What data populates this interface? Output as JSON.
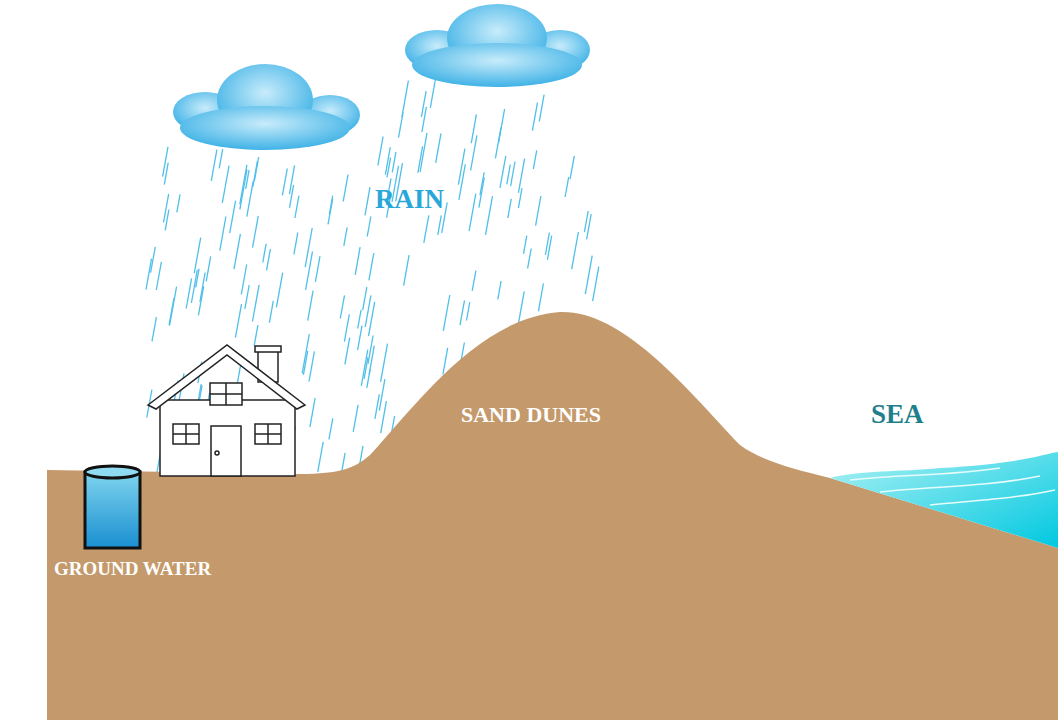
{
  "diagram": {
    "labels": [
      "RAIN",
      "SAND DUNES",
      "SEA",
      "GROUND WATER"
    ]
  }
}
